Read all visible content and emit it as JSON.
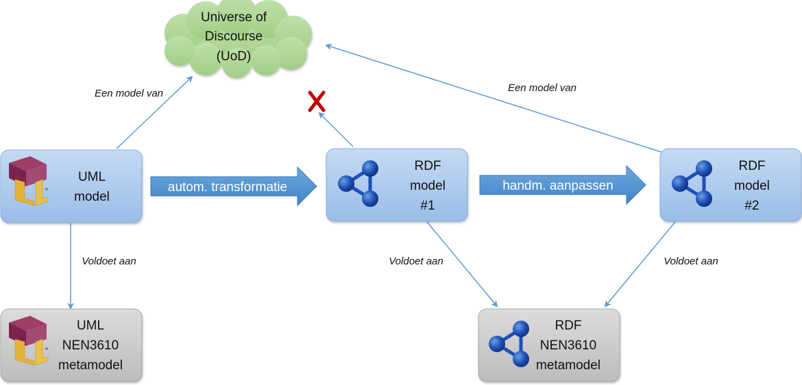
{
  "uod": {
    "line1": "Universe of",
    "line2": "Discourse",
    "line3": "(UoD)"
  },
  "uml_model": {
    "line1": "UML",
    "line2": "model"
  },
  "uml_meta": {
    "line1": "UML",
    "line2": "NEN3610",
    "line3": "metamodel"
  },
  "rdf_model_1": {
    "line1": "RDF",
    "line2": "model",
    "line3": "#1"
  },
  "rdf_model_2": {
    "line1": "RDF",
    "line2": "model",
    "line3": "#2"
  },
  "rdf_meta": {
    "line1": "RDF",
    "line2": "NEN3610",
    "line3": "metamodel"
  },
  "transform_arrow": {
    "label": "autom. transformatie"
  },
  "adjust_arrow": {
    "label": "handm. aanpassen"
  },
  "edge_labels": {
    "uml_uod": "Een model van",
    "rdf2_uod": "Een model van",
    "uml_meta": "Voldoet aan",
    "rdf1_meta": "Voldoet aan",
    "rdf2_meta": "Voldoet aan"
  },
  "icons": {
    "uml": "uml-logo-icon",
    "rdf": "rdf-graph-icon",
    "invalid": "red-x-icon"
  },
  "colors": {
    "cloud_fill": "#a9d18e",
    "blue_box": "#a8c8ec",
    "gray_box": "#c8c8c8",
    "block_arrow": "#5b9bd5",
    "connector": "#5b9bd5",
    "x_mark": "#c00000"
  }
}
